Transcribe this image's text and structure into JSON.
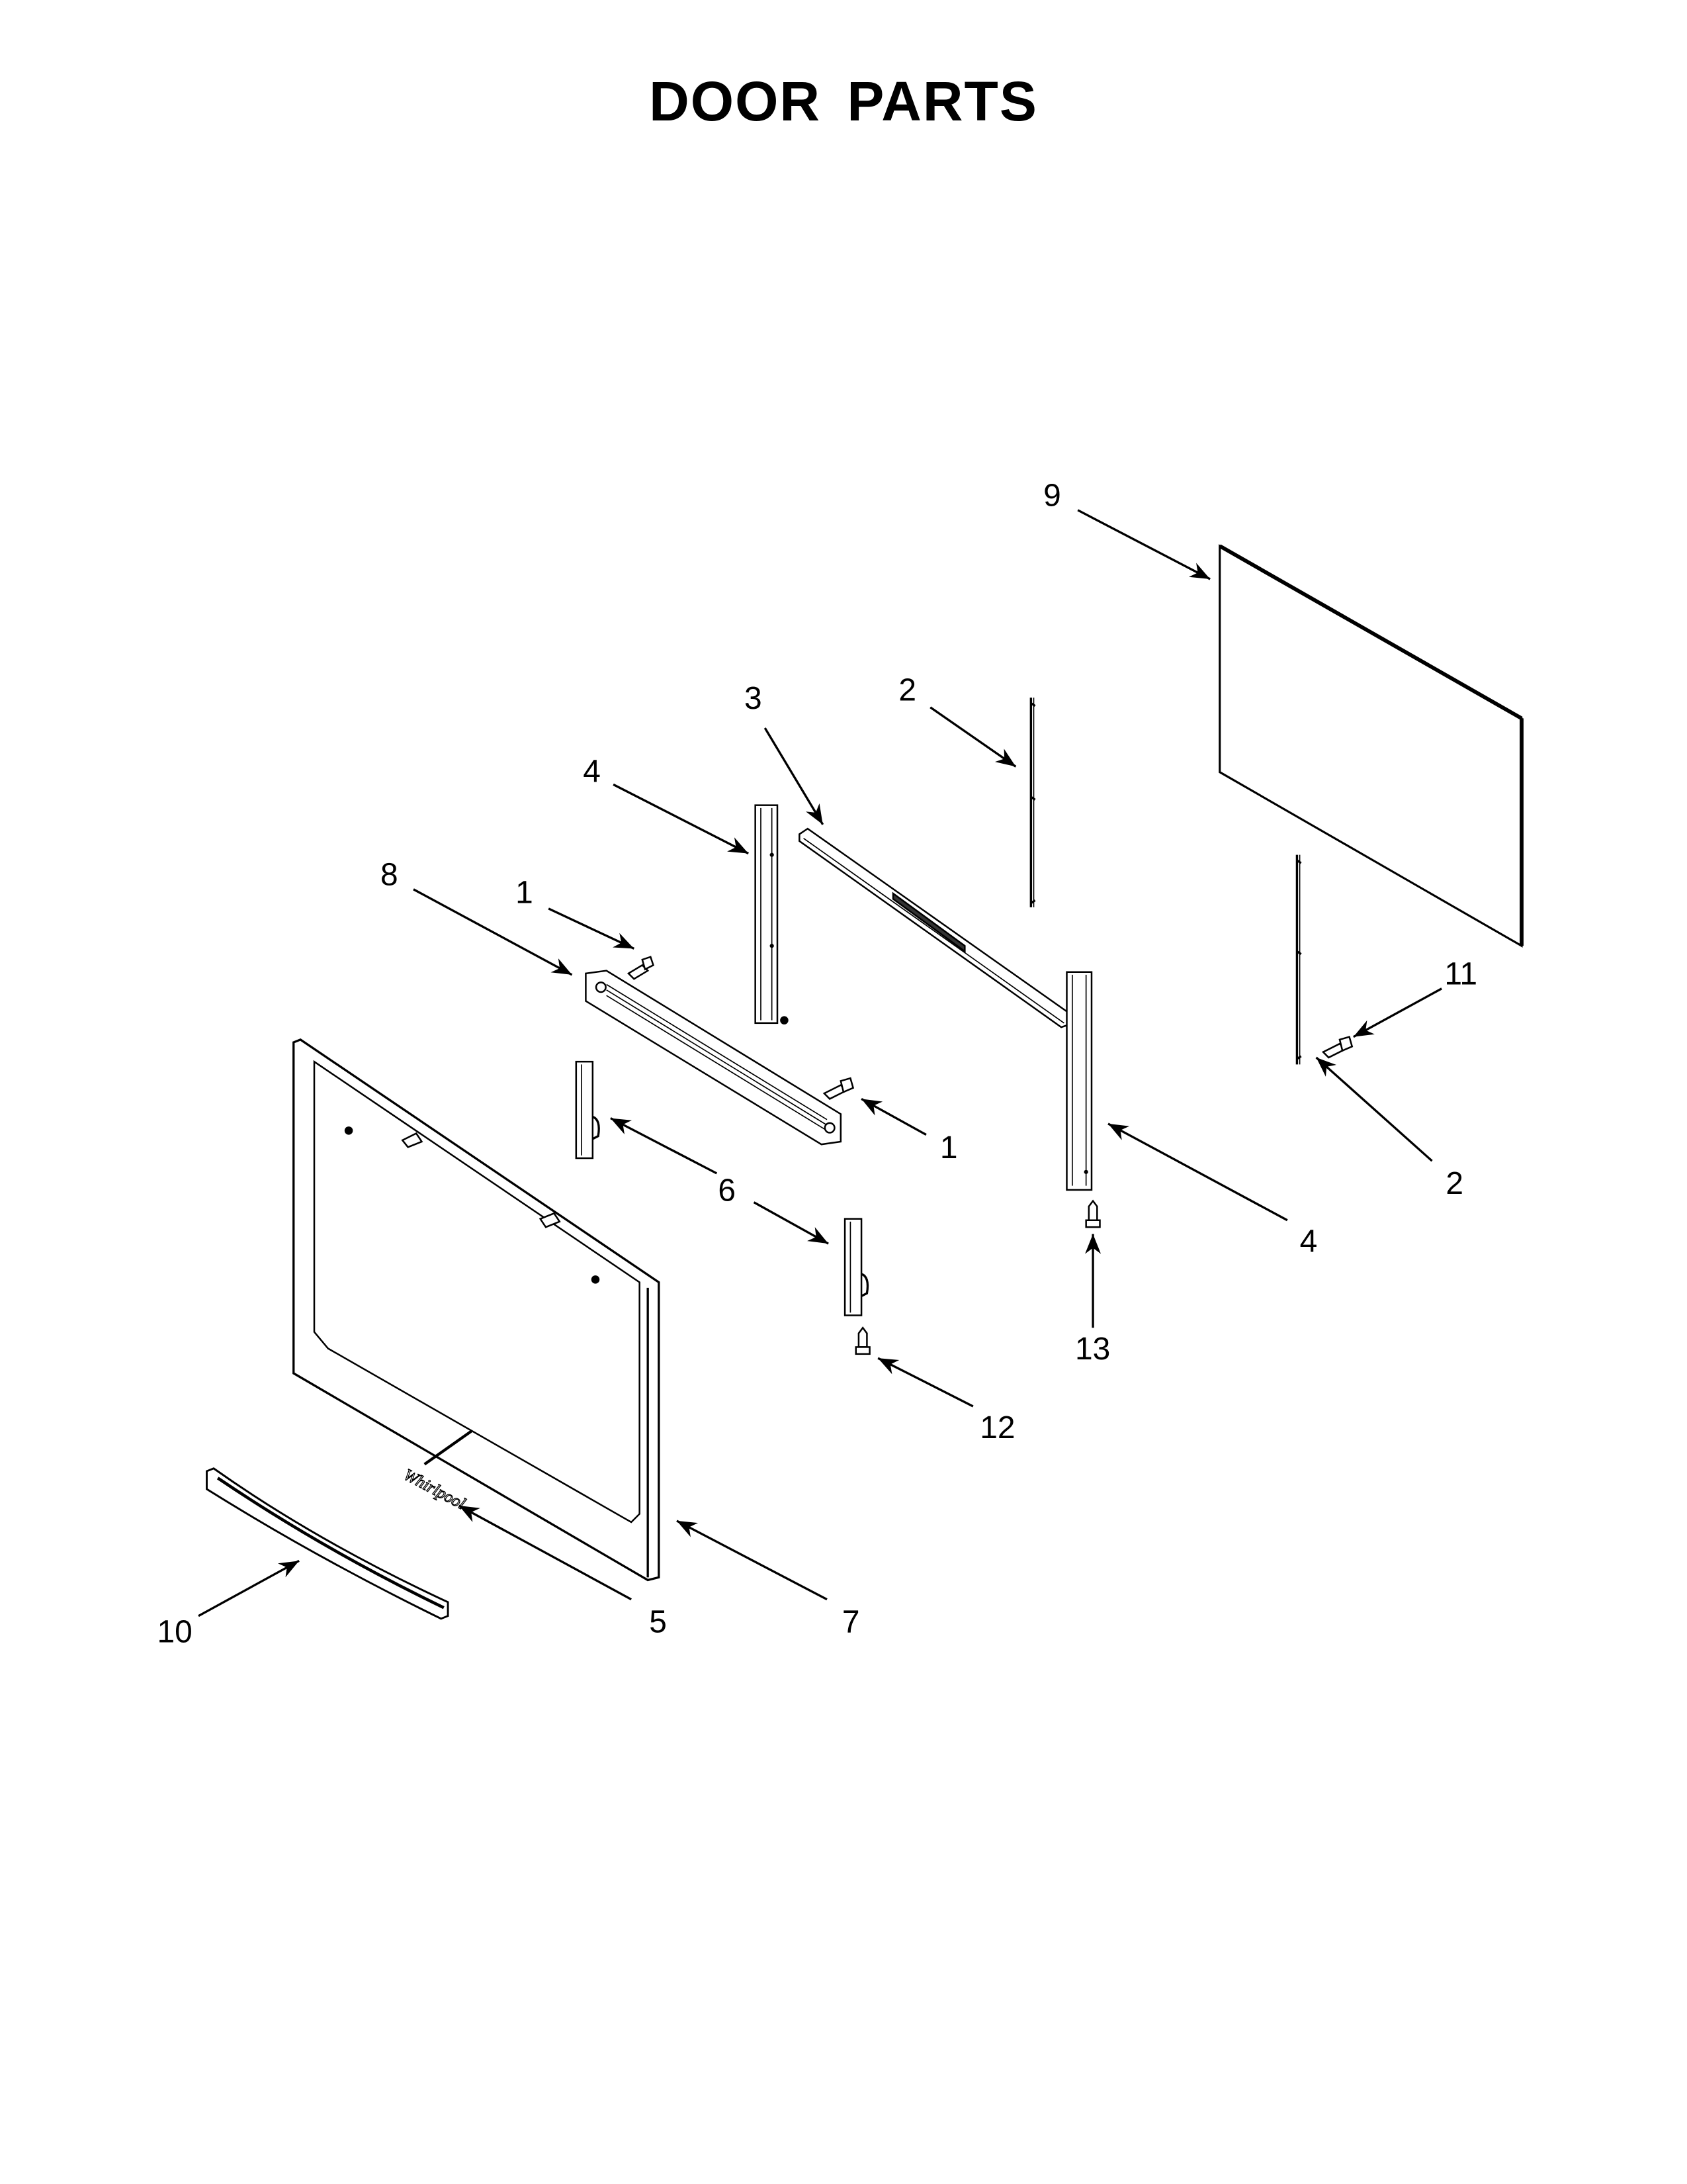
{
  "page": {
    "title": "DOOR PARTS",
    "background": "#ffffff",
    "ink_color": "#000000"
  },
  "diagram": {
    "type": "exploded-parts-diagram",
    "brand_logo_text": "Whirlpool",
    "callouts": [
      {
        "id": "c9",
        "label": "9",
        "part": "outer door glass panel"
      },
      {
        "id": "c3",
        "label": "3",
        "part": "top glass retainer channel"
      },
      {
        "id": "c2a",
        "label": "2",
        "part": "glass spacer strip (upper)"
      },
      {
        "id": "c4a",
        "label": "4",
        "part": "left door side channel"
      },
      {
        "id": "c8",
        "label": "8",
        "part": "door bottom trim/bracket"
      },
      {
        "id": "c1a",
        "label": "1",
        "part": "screw (upper)"
      },
      {
        "id": "c1b",
        "label": "1",
        "part": "screw (right)"
      },
      {
        "id": "c6",
        "label": "6",
        "part": "door hinges (pair)"
      },
      {
        "id": "c11",
        "label": "11",
        "part": "screw"
      },
      {
        "id": "c2b",
        "label": "2",
        "part": "glass spacer strip (lower)"
      },
      {
        "id": "c4b",
        "label": "4",
        "part": "right door side channel"
      },
      {
        "id": "c13",
        "label": "13",
        "part": "screw (bottom)"
      },
      {
        "id": "c12",
        "label": "12",
        "part": "hinge screw"
      },
      {
        "id": "c10",
        "label": "10",
        "part": "door handle"
      },
      {
        "id": "c5",
        "label": "5",
        "part": "nameplate/logo badge"
      },
      {
        "id": "c7",
        "label": "7",
        "part": "outer door panel"
      }
    ]
  }
}
